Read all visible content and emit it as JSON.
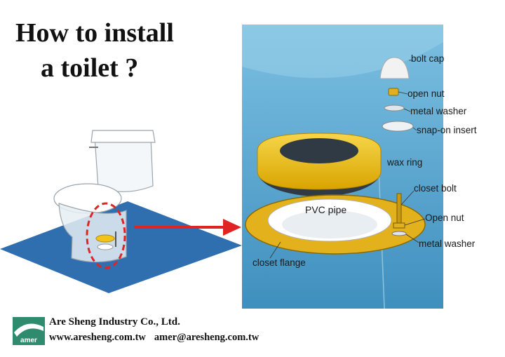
{
  "title": {
    "line1": "How to install",
    "line2": "a toilet ?"
  },
  "parts": {
    "bolt_cap": "bolt cap",
    "open_nut_top": "open nut",
    "metal_washer_top": "metal washer",
    "snap_on_insert": "snap-on insert",
    "wax_ring": "wax ring",
    "closet_bolt": "closet bolt",
    "pvc_pipe": "PVC pipe",
    "open_nut_side": "Open nut",
    "metal_washer_side": "metal washer",
    "closet_flange": "closet flange"
  },
  "footer": {
    "logo_text": "amer",
    "company": "Are Sheng Industry Co., Ltd.",
    "website": "www.aresheng.com.tw",
    "email": "amer@aresheng.com.tw"
  },
  "colors": {
    "floor": "#2f6fb0",
    "panel": "#5aa8cf",
    "wax": "#f0c419",
    "arrow": "#e02424",
    "logo": "#2e8b6e"
  }
}
